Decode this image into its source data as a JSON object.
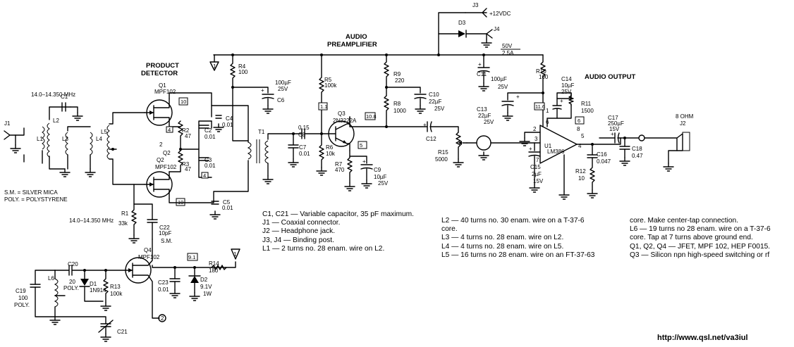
{
  "blocks": {
    "audio_preamp": [
      "AUDIO",
      "PREAMPLIFIER"
    ],
    "product_detector": [
      "PRODUCT",
      "DETECTOR"
    ],
    "audio_output": "AUDIO OUTPUT"
  },
  "parts": {
    "J1": "J1",
    "J2": "J2",
    "J3": "J3",
    "J4": "J4",
    "C1": "C1",
    "L1": "L1",
    "L2": "L2",
    "L3": "L3",
    "L4": "L4",
    "L5": "L5",
    "L6": "L6",
    "T1": "T1",
    "Q1": "Q1",
    "Q1_type": "MPF102",
    "Q2": "Q2",
    "Q2_type": "MPF102",
    "Q3": "Q3",
    "Q3_type": "2N2222A",
    "Q4": "Q4",
    "Q4_type": "MPF102",
    "U1": "U1",
    "U1_type": "LM386",
    "R1": "R1",
    "R1_v": "33k",
    "R2": "R2",
    "R2_v": "47",
    "R3": "R3",
    "R3_v": "47",
    "R4": "R4",
    "R4_v": "100",
    "R5": "R5",
    "R5_v": "100k",
    "R6": "R6",
    "R6_v": "10k",
    "R7": "R7",
    "R7_v": "470",
    "R8": "R8",
    "R8_v": "1000",
    "R9": "R9",
    "R9_v": "220",
    "R10": "R10",
    "R10_v": "100",
    "R11": "R11",
    "R11_v": "1500",
    "R12": "R12",
    "R12_v": "10",
    "R13": "R13",
    "R13_v": "100k",
    "R14": "R14",
    "R14_v": "180",
    "R15": "R15",
    "R15_v": "5000",
    "C2": "C2",
    "C2_v": "0.01",
    "C3": "C3",
    "C3_v": "0.01",
    "C4": "C4",
    "C4_v": "0.01",
    "C5": "C5",
    "C5_v": "0.01",
    "C6": "C6",
    "C6_v": "100µF",
    "C6_v2": "25V",
    "C7": "C7",
    "C7_v": "0.01",
    "C8": "C8",
    "C8_v": "0.15",
    "C9": "C9",
    "C9_v": "10µF",
    "C9_v2": "25V",
    "C10": "C10",
    "C10_v": "22µF",
    "C10_v2": "25V",
    "C11": "C11",
    "C11_v": "100µF",
    "C11_v2": "25V",
    "C12": "C12",
    "C13": "C13",
    "C13_v": "22µF",
    "C13_v2": "25V",
    "C14": "C14",
    "C14_v": "10µF",
    "C14_v2": "25V",
    "C15": "C15",
    "C15_v": "2µF",
    "C15_v2": "15V",
    "C16": "C16",
    "C16_v": "0.047",
    "C17": "C17",
    "C17_v": "250µF",
    "C17_v2": "15V",
    "C18": "C18",
    "C18_v": "0.47",
    "C19": "C19",
    "C19_v": "100",
    "C19_v2": "POLY.",
    "C20": "C20",
    "C20_v": "20",
    "C20_v2": "POLY.",
    "C21": "C21",
    "C22": "C22",
    "C22_v": "10pF",
    "C22_v2": "S.M.",
    "C23": "C23",
    "C23_v": "0.01",
    "D1": "D1",
    "D1_type": "1N914",
    "D2": "D2",
    "D2_v": "9.1V",
    "D2_v2": "1W",
    "D3": "D3",
    "freq1": "14.0–14.350 MHz",
    "freq2": "14.0–14.350 MHz",
    "supply_12v": "+12VDC",
    "supply_rating": [
      "50V",
      "2.5A"
    ],
    "speaker": "8 OHM"
  },
  "test_points": [
    "10",
    "4",
    "4",
    "10",
    "1.1",
    "10.8",
    "5",
    "11.6",
    "6",
    "9.1"
  ],
  "markers": {
    "triangle_1": "1",
    "triangle_2": "1",
    "circle_2": "2"
  },
  "legend": [
    "S.M. = SILVER MICA",
    "POLY. = POLYSTYRENE"
  ],
  "notes_col1": [
    "C1, C21 — Variable capacitor, 35 pF maximum.",
    "J1 — Coaxial connector.",
    "J2 — Headphone jack.",
    "J3, J4 — Binding post.",
    "L1 — 2 turns no. 28 enam. wire on L2."
  ],
  "notes_col2": [
    "L2 — 40 turns no. 30 enam. wire on a T-37-6",
    "   core.",
    "L3 — 4 turns no. 28 enam. wire on L2.",
    "L4 — 4 turns no. 28 enam. wire on L5.",
    "L5 — 16 turns no 28 enam. wire on an FT-37-63"
  ],
  "notes_col3": [
    "   core. Make center-tap connection.",
    "L6 — 19 turns no 28 enam. wire on a T-37-6",
    "   core. Tap at 7 turns above ground end.",
    "Q1, Q2, Q4 — JFET, MPF 102, HEP F0015.",
    "Q3 — Silicon npn high-speed switching or rf"
  ],
  "url": "http://www.qsl.net/va3iul"
}
